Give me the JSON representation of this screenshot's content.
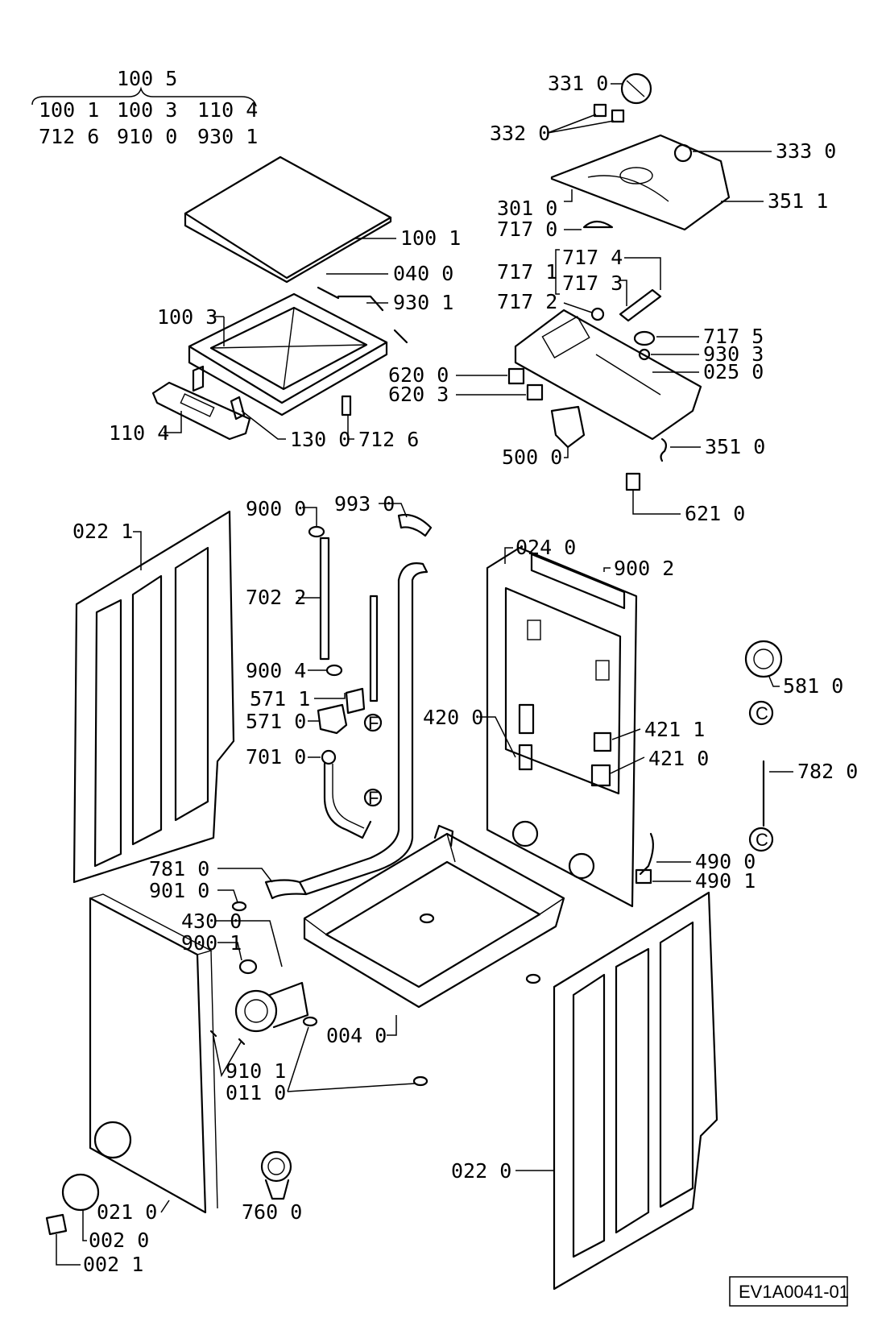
{
  "assembly": {
    "top": "100 5",
    "row1": [
      "100 1",
      "100 3",
      "110 4"
    ],
    "row2": [
      "712 6",
      "910 0",
      "930 1"
    ]
  },
  "labels": {
    "p331_0": "331 0",
    "p332_0": "332 0",
    "p333_0": "333 0",
    "p301_0": "301 0",
    "p351_1": "351 1",
    "p717_0": "717 0",
    "p717_4": "717 4",
    "p717_1": "717 1",
    "p717_3": "717 3",
    "p717_2": "717 2",
    "p717_5": "717 5",
    "p930_3": "930 3",
    "p025_0": "025 0",
    "p620_0": "620 0",
    "p620_3": "620 3",
    "p500_0": "500 0",
    "p351_0": "351 0",
    "p621_0": "621 0",
    "p100_1": "100 1",
    "p040_0": "040 0",
    "p930_1": "930 1",
    "p100_3": "100 3",
    "p110_4": "110 4",
    "p130_0": "130 0",
    "p712_6": "712 6",
    "p022_1": "022 1",
    "p900_0": "900 0",
    "p993_0": "993 0",
    "p024_0": "024 0",
    "p900_2": "900 2",
    "p702_2": "702 2",
    "p900_4": "900 4",
    "p571_1": "571 1",
    "p571_0": "571 0",
    "p420_0": "420 0",
    "p581_0": "581 0",
    "p421_1": "421 1",
    "p421_0": "421 0",
    "p701_0": "701 0",
    "p782_0": "782 0",
    "p781_0": "781 0",
    "p901_0": "901 0",
    "p490_0": "490 0",
    "p490_1": "490 1",
    "p430_0": "430 0",
    "p900_1": "900 1",
    "p004_0": "004 0",
    "p910_1": "910 1",
    "p011_0": "011 0",
    "p022_0": "022 0",
    "p760_0": "760 0",
    "p021_0": "021 0",
    "p002_0": "002 0",
    "p002_1": "002 1"
  },
  "connectors": {
    "f": "F",
    "c": "C"
  },
  "drawing_ref": "EV1A0041-01"
}
